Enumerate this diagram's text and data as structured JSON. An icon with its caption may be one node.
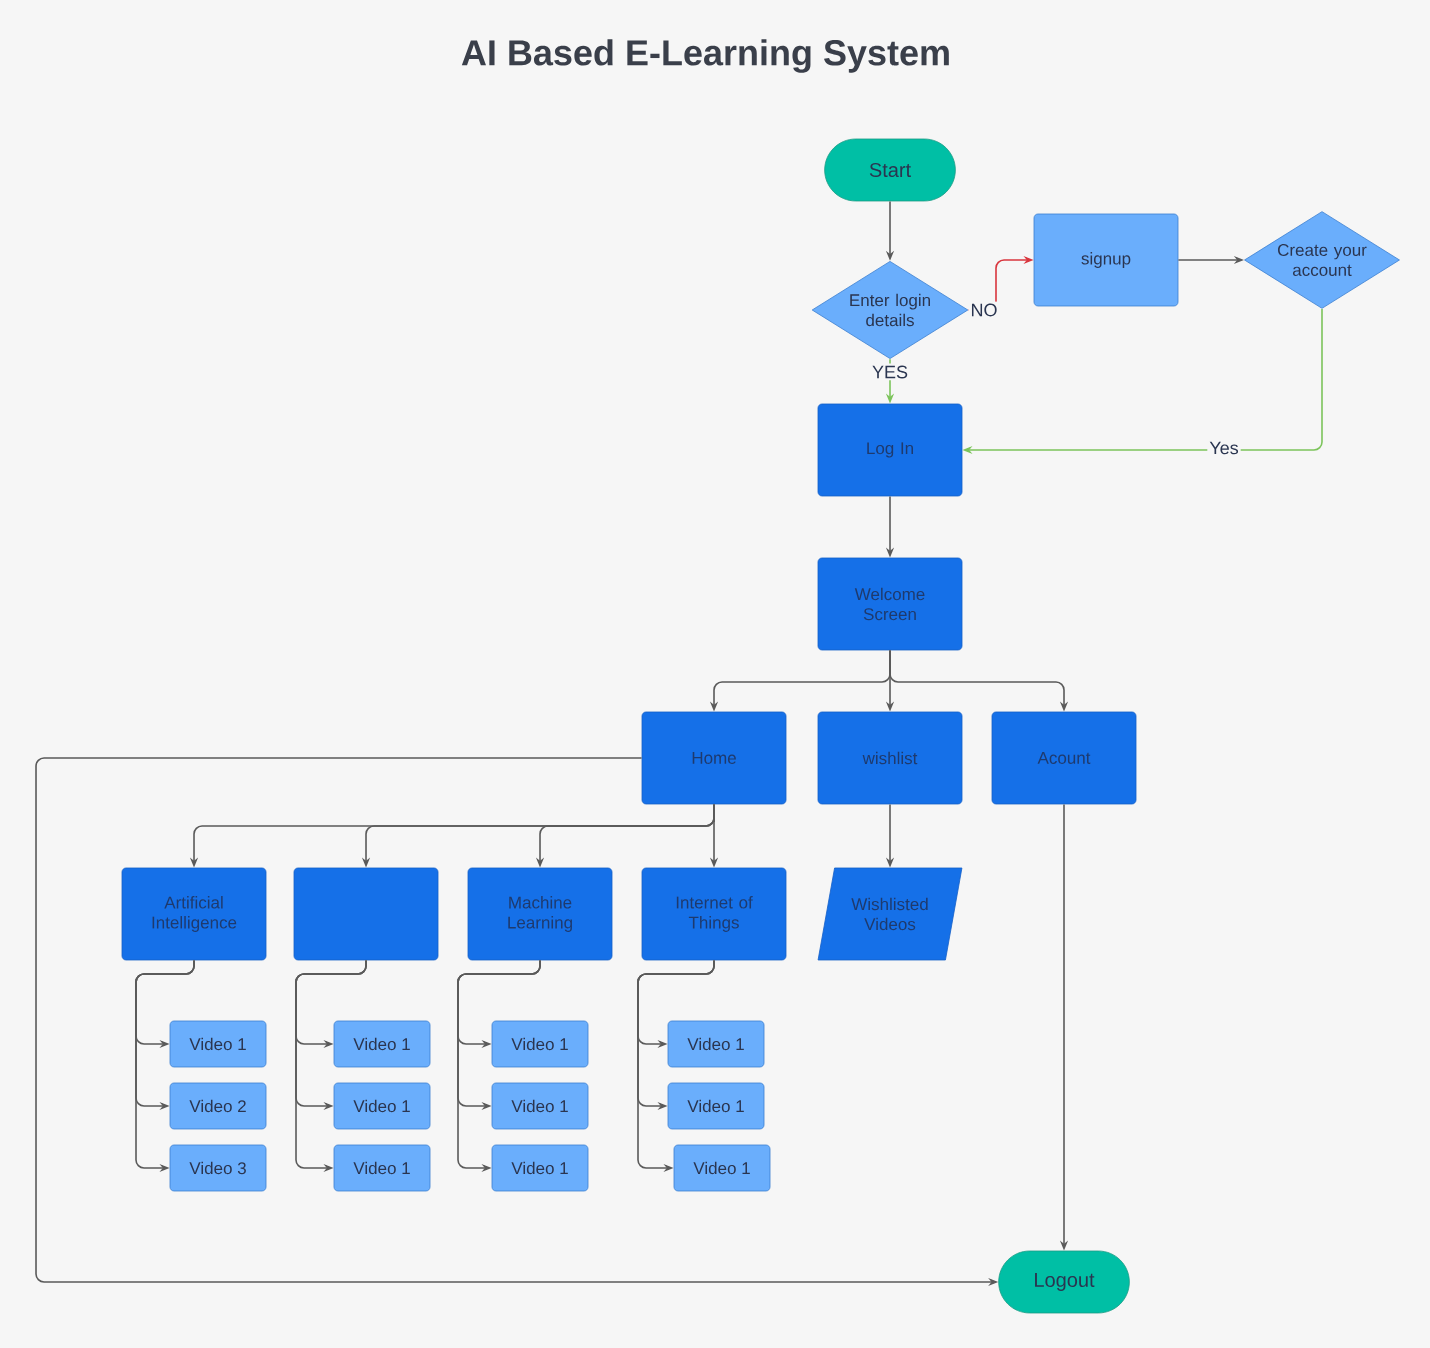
{
  "diagram": {
    "title": "AI Based E-Learning System",
    "nodes": [
      {
        "text": [
          "Start"
        ]
      },
      {
        "text": [
          "Enter login details"
        ]
      },
      {
        "text": [
          "signup"
        ]
      },
      {
        "text": [
          "Create your account"
        ]
      },
      {
        "text": [
          "Log In"
        ]
      },
      {
        "text": [
          "Welcome Screen"
        ]
      },
      {
        "text": [
          "Home"
        ]
      },
      {
        "text": [
          "wishlist"
        ]
      },
      {
        "text": [
          "Acount"
        ]
      },
      {
        "text": [
          "Artificial Intelligence"
        ]
      },
      {
        "text": [],
        "shape": "box"
      },
      {
        "text": [
          "Machine Learning"
        ]
      },
      {
        "text": [
          "Internet of Things"
        ]
      },
      {
        "text": [
          "Wishlisted Videos"
        ]
      },
      {
        "text": [
          "Video 1"
        ]
      },
      {
        "text": [
          "Video 2"
        ]
      },
      {
        "text": [
          "Video 3"
        ]
      },
      {
        "text": [
          "Video 1"
        ]
      },
      {
        "text": [
          "Video 1"
        ]
      },
      {
        "text": [
          "Video 1"
        ]
      },
      {
        "text": [
          "Video 1"
        ]
      },
      {
        "text": [
          "Video 1"
        ]
      },
      {
        "text": [
          "Video 1"
        ]
      },
      {
        "text": [
          "Video 1"
        ]
      },
      {
        "text": [
          "Video 1"
        ]
      },
      {
        "text": [
          "Video 1"
        ]
      },
      {
        "text": [
          "Logout"
        ]
      }
    ],
    "edges": [
      {
        "from": 0,
        "to": 1,
        "arrow": "to"
      },
      {
        "from": 1,
        "to": 2,
        "arrow": "to",
        "label": "NO",
        "color": "#d9363e"
      },
      {
        "from": 2,
        "to": 3,
        "arrow": "to"
      },
      {
        "from": 1,
        "to": 4,
        "arrow": "to",
        "label": "YES",
        "color": "#7cc45b"
      },
      {
        "from": 3,
        "to": 4,
        "arrow": "to",
        "label": "Yes",
        "color": "#7cc45b"
      },
      {
        "from": 4,
        "to": 5,
        "arrow": "to"
      },
      {
        "from": 5,
        "to": 6,
        "arrow": "to"
      },
      {
        "from": 5,
        "to": 7,
        "arrow": "to"
      },
      {
        "from": 5,
        "to": 8,
        "arrow": "to"
      },
      {
        "from": 6,
        "to": 9,
        "arrow": "to"
      },
      {
        "from": 6,
        "to": 10,
        "arrow": "to"
      },
      {
        "from": 6,
        "to": 11,
        "arrow": "to"
      },
      {
        "from": 6,
        "to": 12,
        "arrow": "to"
      },
      {
        "from": 7,
        "to": 13,
        "arrow": "to"
      },
      {
        "from": 8,
        "to": 26,
        "arrow": "to"
      },
      {
        "from": 6,
        "to": 26,
        "arrow": "to"
      },
      {
        "from": 9,
        "to": 14,
        "arrow": "to"
      },
      {
        "from": 9,
        "to": 15,
        "arrow": "to"
      },
      {
        "from": 9,
        "to": 16,
        "arrow": "to"
      },
      {
        "from": 10,
        "to": 17,
        "arrow": "to"
      },
      {
        "from": 10,
        "to": 18,
        "arrow": "to"
      },
      {
        "from": 10,
        "to": 19,
        "arrow": "to"
      },
      {
        "from": 11,
        "to": 20,
        "arrow": "to"
      },
      {
        "from": 11,
        "to": 21,
        "arrow": "to"
      },
      {
        "from": 11,
        "to": 22,
        "arrow": "to"
      },
      {
        "from": 12,
        "to": 23,
        "arrow": "to"
      },
      {
        "from": 12,
        "to": 24,
        "arrow": "to"
      },
      {
        "from": 12,
        "to": 25,
        "arrow": "to"
      }
    ]
  }
}
